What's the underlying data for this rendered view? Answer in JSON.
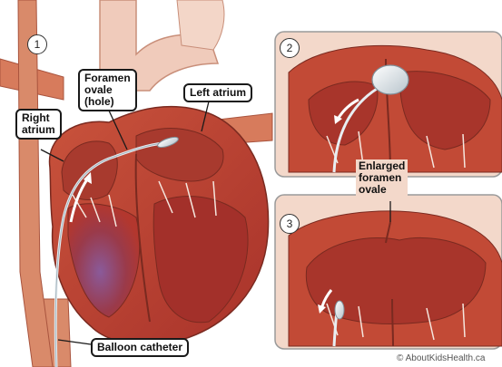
{
  "colors": {
    "heart_muscle": "#c0392b",
    "heart_inner": "#a8322a",
    "vessel": "#d98a6a",
    "background_tissue": "#f2d4c4",
    "label_border": "#1a1a1a"
  },
  "panels": [
    {
      "step": "1"
    },
    {
      "step": "2"
    },
    {
      "step": "3"
    }
  ],
  "labels": {
    "foramen_ovale": "Foramen\novale\n(hole)",
    "left_atrium": "Left atrium",
    "right_atrium": "Right\natrium",
    "balloon_catheter": "Balloon catheter",
    "enlarged_foramen_ovale": "Enlarged\nforamen\novale"
  },
  "credit": "© AboutKidsHealth.ca"
}
